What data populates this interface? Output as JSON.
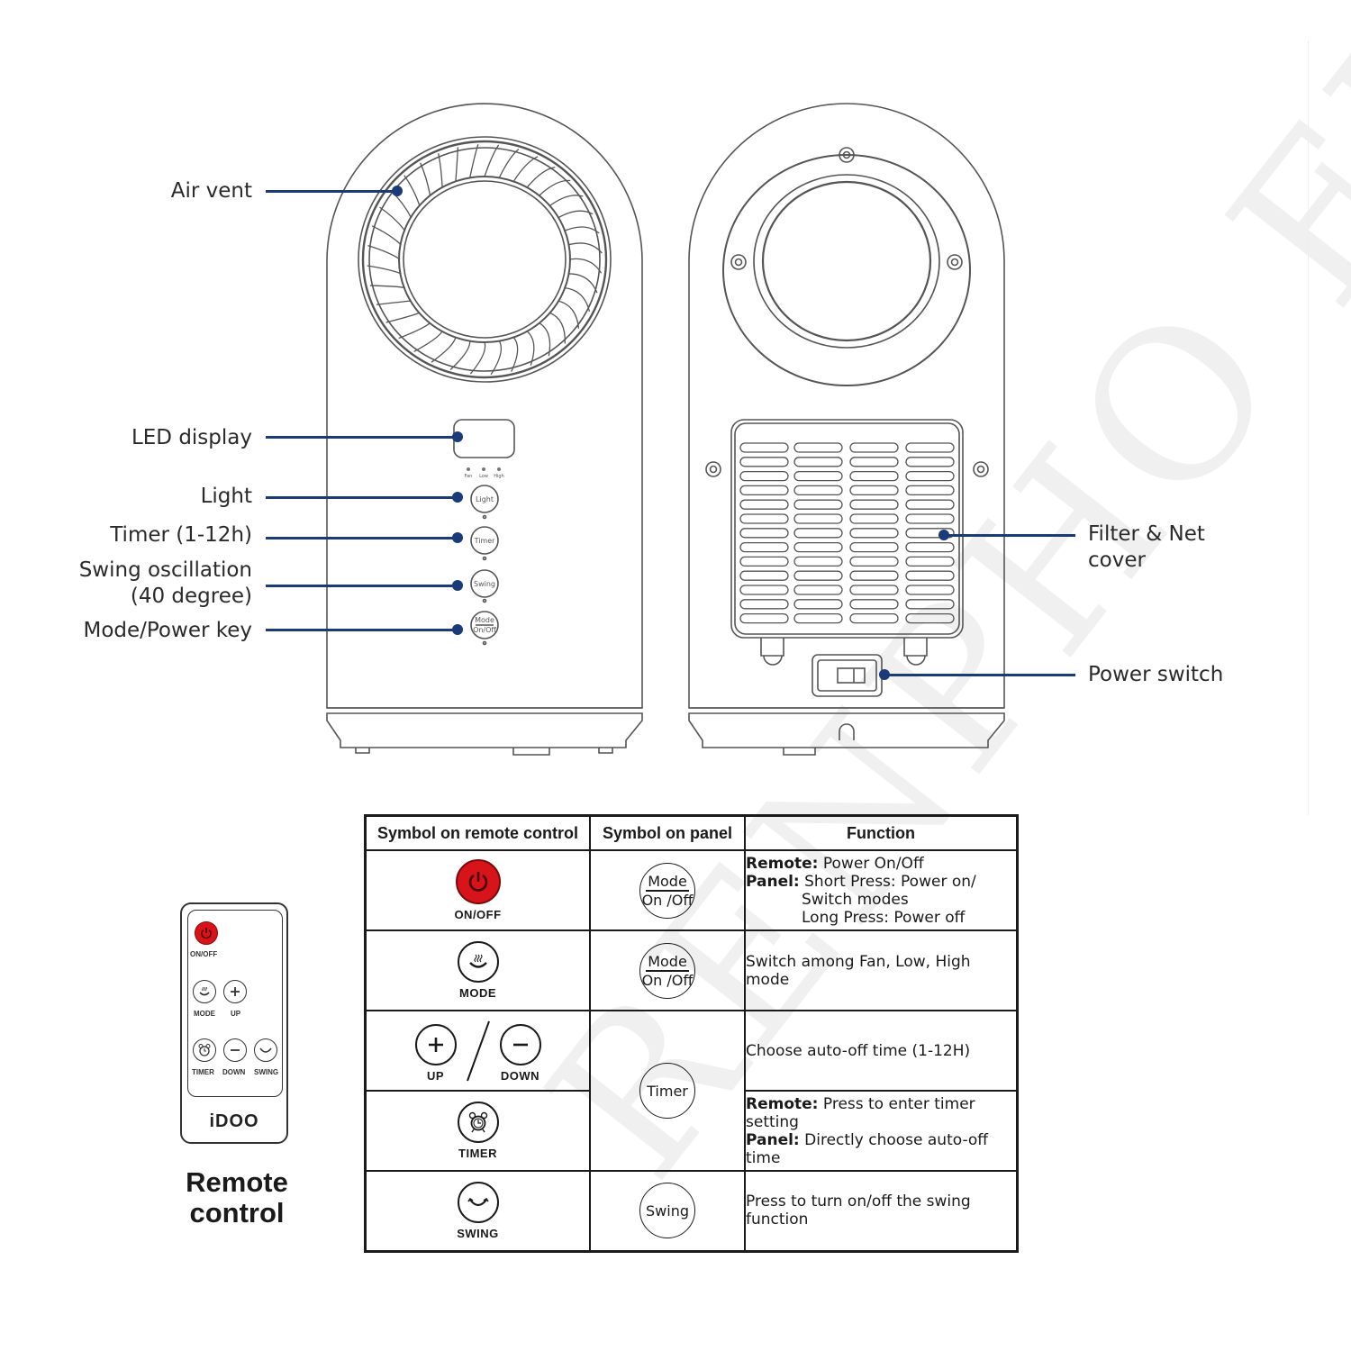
{
  "watermark": "RENPHO EU",
  "front_view": {
    "callouts": [
      {
        "id": "air-vent",
        "label": "Air vent"
      },
      {
        "id": "led-display",
        "label": "LED display"
      },
      {
        "id": "light",
        "label": "Light"
      },
      {
        "id": "timer",
        "label": "Timer (1-12h)"
      },
      {
        "id": "swing",
        "label_line1": "Swing oscillation",
        "label_line2": "(40 degree)"
      },
      {
        "id": "mode-power",
        "label": "Mode/Power key"
      }
    ],
    "indicator_labels": [
      "Fan",
      "Low",
      "High"
    ],
    "panel_buttons": [
      "Light",
      "Timer",
      "Swing",
      "Mode",
      "On/Off"
    ]
  },
  "back_view": {
    "callouts": [
      {
        "id": "filter",
        "label_line1": "Filter & Net",
        "label_line2": "cover"
      },
      {
        "id": "power-switch",
        "label": "Power switch"
      }
    ]
  },
  "remote": {
    "buttons": [
      {
        "name": "on-off",
        "label": "ON/OFF"
      },
      {
        "name": "mode",
        "label": "MODE"
      },
      {
        "name": "up",
        "label": "UP"
      },
      {
        "name": "timer",
        "label": "TIMER"
      },
      {
        "name": "down",
        "label": "DOWN"
      },
      {
        "name": "swing",
        "label": "SWING"
      }
    ],
    "brand": "iDOO",
    "title_line1": "Remote",
    "title_line2": "control"
  },
  "table": {
    "headers": [
      "Symbol on remote control",
      "Symbol on panel",
      "Function"
    ],
    "rows": [
      {
        "remote_label": "ON/OFF",
        "panel_top": "Mode",
        "panel_bottom": "On /Off",
        "func": {
          "remote_key": "Remote:",
          "remote_text": "Power On/Off",
          "panel_key": "Panel:",
          "panel_text": "Short Press: Power on/",
          "panel_text2": "Switch modes",
          "panel_text3": "Long Press: Power off"
        }
      },
      {
        "remote_label": "MODE",
        "panel_top": "Mode",
        "panel_bottom": "On /Off",
        "func_text": "Switch among Fan, Low, High mode"
      },
      {
        "remote_label_up": "UP",
        "remote_label_down": "DOWN",
        "panel_label": "Timer",
        "func_text": "Choose auto-off time (1-12H)"
      },
      {
        "remote_label": "TIMER",
        "func": {
          "remote_key": "Remote:",
          "remote_text": "Press to enter timer setting",
          "panel_key": "Panel:",
          "panel_text": "Directly choose auto-off time"
        }
      },
      {
        "remote_label": "SWING",
        "panel_label": "Swing",
        "func_text": "Press to turn on/off the swing function"
      }
    ]
  },
  "colors": {
    "leader": "#1b3a7a",
    "power_red": "#d7141a",
    "outline": "#1a1a1a"
  }
}
